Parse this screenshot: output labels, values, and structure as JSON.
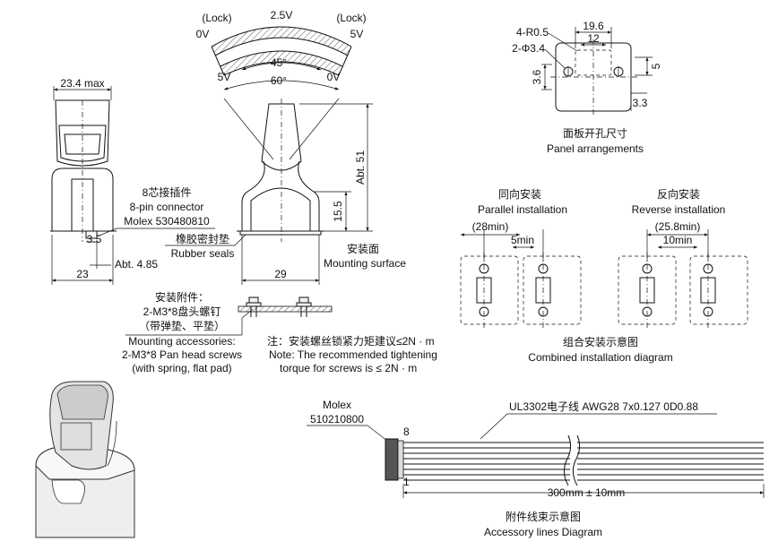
{
  "top_arc": {
    "lock_left": "(Lock)",
    "lock_right": "(Lock)",
    "v_0_left": "0V",
    "v_25": "2.5V",
    "v_5_right": "5V",
    "v_5_left": "5V",
    "v_0_right": "0V",
    "angle_45": "45°",
    "angle_60": "60°"
  },
  "left_view": {
    "width_max": "23.4 max",
    "conn_cn": "8芯接插件",
    "conn_en": "8-pin connector",
    "conn_part": "Molex 530480810",
    "dim_35": "3.5",
    "dim_485": "Abt. 4.85",
    "dim_23": "23"
  },
  "front_view": {
    "seal_cn": "橡胶密封垫",
    "seal_en": "Rubber seals",
    "dim_abt51": "Abt. 51",
    "dim_155": "15.5",
    "dim_29": "29",
    "mount_cn": "安装面",
    "mount_en": "Mounting surface"
  },
  "accessories": {
    "cn1": "安装附件：",
    "cn2": "2-M3*8盘头螺钉",
    "cn3": "（带弹垫、平垫）",
    "en1": "Mounting accessories:",
    "en2": "2-M3*8 Pan head screws",
    "en3": "(with spring, flat pad)",
    "note_cn": "注：安装螺丝锁紧力矩建议≤2N · m",
    "note_en1": "Note: The recommended tightening",
    "note_en2": "torque for screws is ≤ 2N · m"
  },
  "panel": {
    "r05": "4-R0.5",
    "phi34": "2-Φ3.4",
    "dim_196": "19.6",
    "dim_12": "12",
    "dim_36": "3.6",
    "dim_5": "5",
    "dim_33": "3.3",
    "title_cn": "面板开孔尺寸",
    "title_en": "Panel arrangements"
  },
  "combined": {
    "parallel_cn": "同向安装",
    "parallel_en": "Parallel installation",
    "parallel_min": "(28min)",
    "parallel_gap": "5min",
    "reverse_cn": "反向安装",
    "reverse_en": "Reverse installation",
    "reverse_min": "(25.8min)",
    "reverse_gap": "10min",
    "title_cn": "组合安装示意图",
    "title_en": "Combined installation diagram"
  },
  "cable": {
    "molex": "Molex",
    "molex_part": "510210800",
    "wire_spec": "UL3302电子线 AWG28 7x0.127 0D0.88",
    "pin8": "8",
    "pin1": "1",
    "length": "300mm ± 10mm",
    "title_cn": "附件线束示意图",
    "title_en": "Accessory lines Diagram"
  }
}
